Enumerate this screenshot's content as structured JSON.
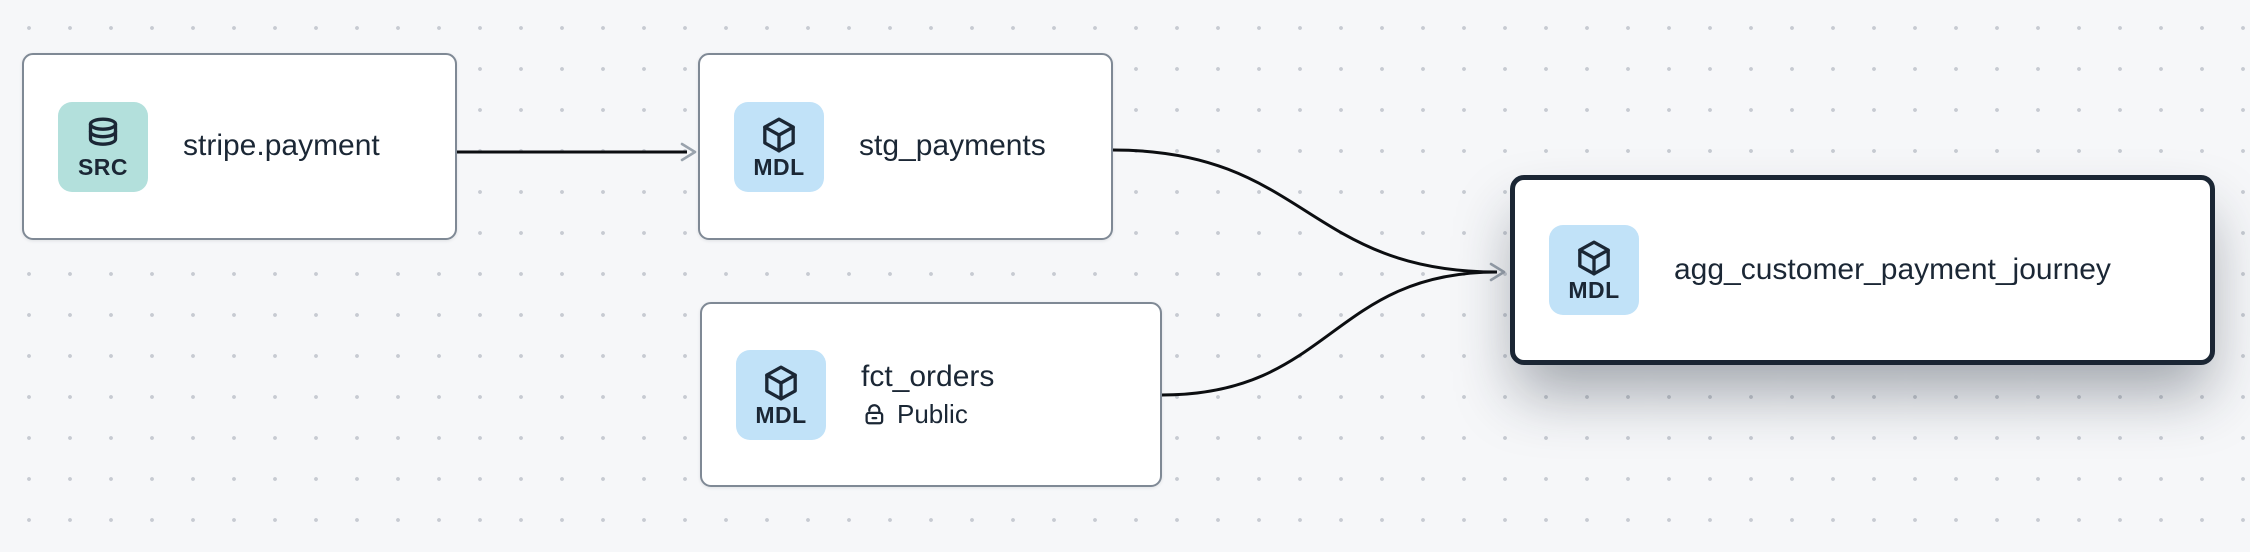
{
  "canvas": {
    "background_color": "#f6f7f9",
    "dot_color": "#c7cbd2",
    "edge_color": "#0c0e11",
    "arrowhead_color": "#9aa3ad",
    "selected_border_color": "#1b2634",
    "node_border_color": "#7f8995",
    "text_color": "#1b2735"
  },
  "nodes": [
    {
      "id": "stripe.payment",
      "title": "stripe.payment",
      "type": "source",
      "badge": {
        "label": "SRC",
        "icon": "database-icon",
        "background": "#b3e0dc"
      },
      "selected": false
    },
    {
      "id": "stg_payments",
      "title": "stg_payments",
      "type": "model",
      "badge": {
        "label": "MDL",
        "icon": "cube-icon",
        "background": "#c1e2f8"
      },
      "selected": false
    },
    {
      "id": "fct_orders",
      "title": "fct_orders",
      "type": "model",
      "badge": {
        "label": "MDL",
        "icon": "cube-icon",
        "background": "#c1e2f8"
      },
      "access": {
        "icon": "unlocked-padlock-icon",
        "label": "Public"
      },
      "selected": false
    },
    {
      "id": "agg_customer_payment_journey",
      "title": "agg_customer_payment_journey",
      "type": "model",
      "badge": {
        "label": "MDL",
        "icon": "cube-icon",
        "background": "#c1e2f8"
      },
      "selected": true
    }
  ],
  "edges": [
    {
      "from": "stripe.payment",
      "to": "stg_payments"
    },
    {
      "from": "stg_payments",
      "to": "agg_customer_payment_journey"
    },
    {
      "from": "fct_orders",
      "to": "agg_customer_payment_journey"
    }
  ]
}
